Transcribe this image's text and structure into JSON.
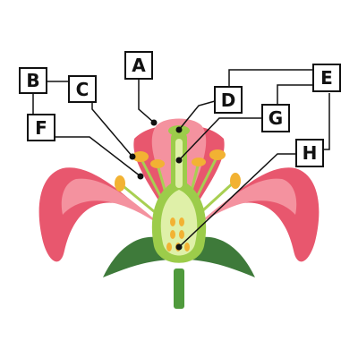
{
  "labels": {
    "a": "A",
    "b": "B",
    "c": "C",
    "d": "D",
    "e": "E",
    "f": "F",
    "g": "G",
    "h": "H"
  },
  "colors": {
    "petal_outer": "#e8576e",
    "petal_inner": "#f4929f",
    "petal_dark": "#d33a56",
    "stem": "#4f9a3c",
    "sepal": "#3e7a3a",
    "ovary_outer": "#9ccc4a",
    "ovary_inner": "#dff0a8",
    "filament": "#a8cf52",
    "anther": "#f2b233",
    "line": "#111111"
  }
}
